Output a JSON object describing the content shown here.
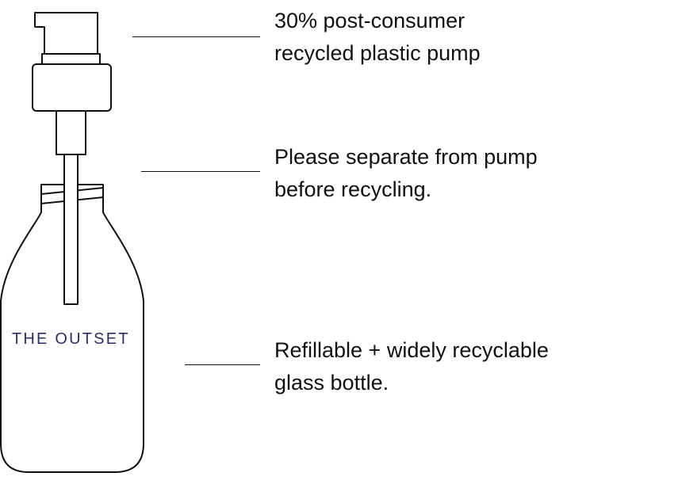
{
  "brand": {
    "name": "THE OUTSET",
    "color": "#2a2f6b"
  },
  "callouts": [
    {
      "id": "pump",
      "line1": "30% post-consumer",
      "line2": "recycled plastic pump"
    },
    {
      "id": "tube",
      "line1": "Please separate from pump",
      "line2": "before recycling."
    },
    {
      "id": "bottle",
      "line1": "Refillable + widely recyclable",
      "line2": "glass bottle."
    }
  ],
  "colors": {
    "outline": "#111111",
    "background": "#ffffff"
  }
}
